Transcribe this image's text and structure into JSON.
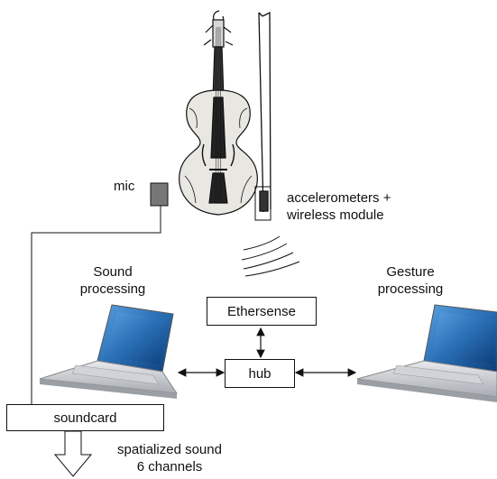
{
  "labels": {
    "mic": "mic",
    "accelerometers_line1": "accelerometers +",
    "accelerometers_line2": "wireless module",
    "sound_processing_line1": "Sound",
    "sound_processing_line2": "processing",
    "gesture_processing_line1": "Gesture",
    "gesture_processing_line2": "processing",
    "ethersense": "Ethersense",
    "hub": "hub",
    "soundcard": "soundcard",
    "output_line1": "spatialized sound",
    "output_line2": "6 channels"
  },
  "colors": {
    "line": "#111111",
    "mic_fill": "#777777",
    "screen_blue": "#2a6fb5",
    "laptop_silver": "#c9ccd1"
  },
  "icons": [
    "violin-icon",
    "bow-icon",
    "mic-icon",
    "laptop-icon",
    "wireless-waves-icon",
    "down-arrow-icon"
  ]
}
